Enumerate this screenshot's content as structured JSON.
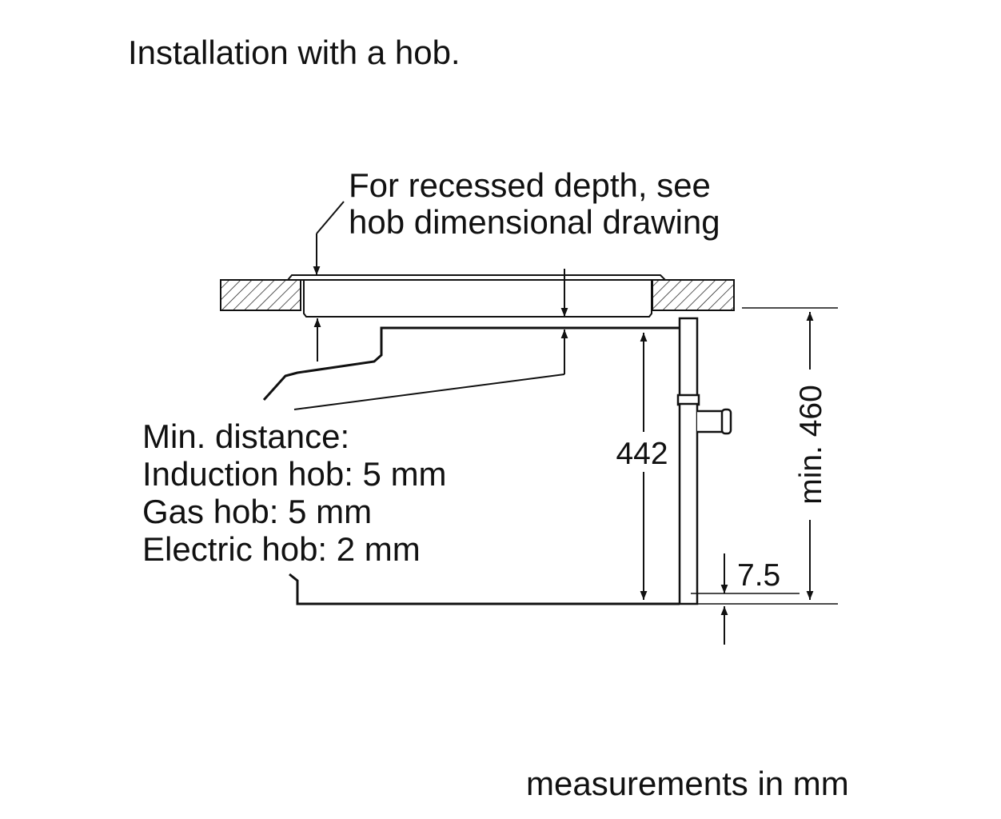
{
  "title": "Installation with a hob.",
  "recess_note": {
    "line1": "For recessed depth, see",
    "line2": "hob dimensional drawing"
  },
  "min_distance": {
    "heading": "Min. distance:",
    "induction": "Induction hob: 5 mm",
    "gas": "Gas hob: 5 mm",
    "electric": "Electric hob: 2 mm"
  },
  "dimensions": {
    "appliance_height": "442",
    "niche_height": "min. 460",
    "bottom_offset": "7.5"
  },
  "units_note": "measurements in mm",
  "colors": {
    "line": "#111111",
    "background": "#ffffff"
  }
}
